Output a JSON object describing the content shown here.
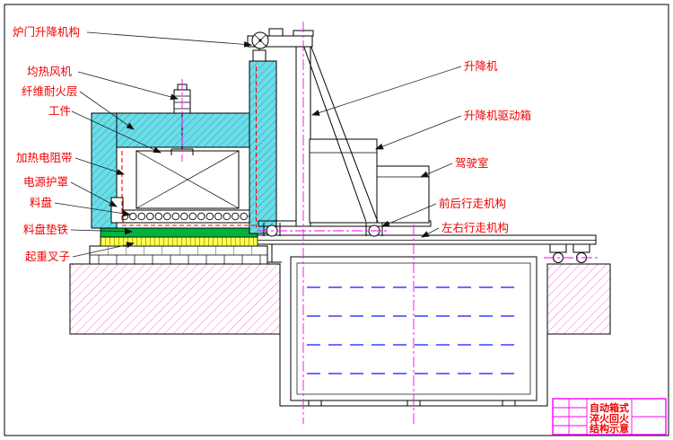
{
  "drawing": {
    "title_lines": [
      "自动箱式",
      "淬火回火",
      "结构示意"
    ]
  },
  "labels": {
    "left": [
      "炉门升降机构",
      "均热风机",
      "纤维耐火层",
      "工件",
      "加热电阻带",
      "电源护罩",
      "料盘",
      "料盘垫铁",
      "起重叉子"
    ],
    "right": [
      "升降机",
      "升降机驱动箱",
      "驾驶室",
      "前后行走机构",
      "左右行走机构"
    ]
  },
  "colors": {
    "insulation_cyan": "#6bdde9",
    "ground_hatch_magenta": "#ff5fd7",
    "centerline_magenta": "#ff00ff",
    "heating_element_red": "#ff0000",
    "water_blue": "#1414ff",
    "pad_green": "#00b33c",
    "fork_yellow": "#ffff4d",
    "label_red": "#f00000",
    "title_border_magenta": "#ff00ff"
  }
}
